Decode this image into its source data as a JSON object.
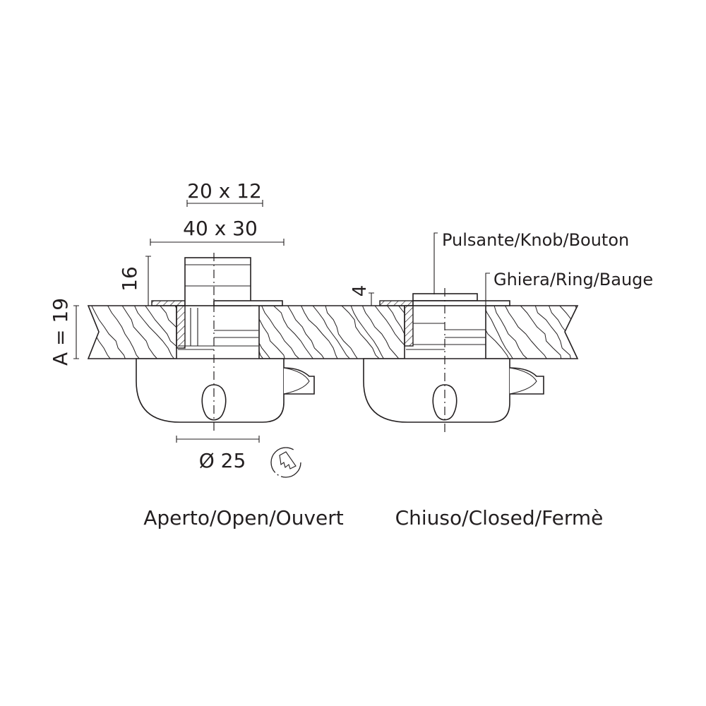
{
  "dimensions": {
    "inner_size": "20 x 12",
    "outer_size": "40 x 30",
    "height": "16",
    "thickness": "A = 19",
    "ring_height": "4",
    "diameter": "Ø 25"
  },
  "labels": {
    "knob": "Pulsante/Knob/Bouton",
    "ring": "Ghiera/Ring/Bauge"
  },
  "captions": {
    "open": "Aperto/Open/Ouvert",
    "closed": "Chiuso/Closed/Fermè"
  },
  "icons": [
    "key-icon"
  ]
}
